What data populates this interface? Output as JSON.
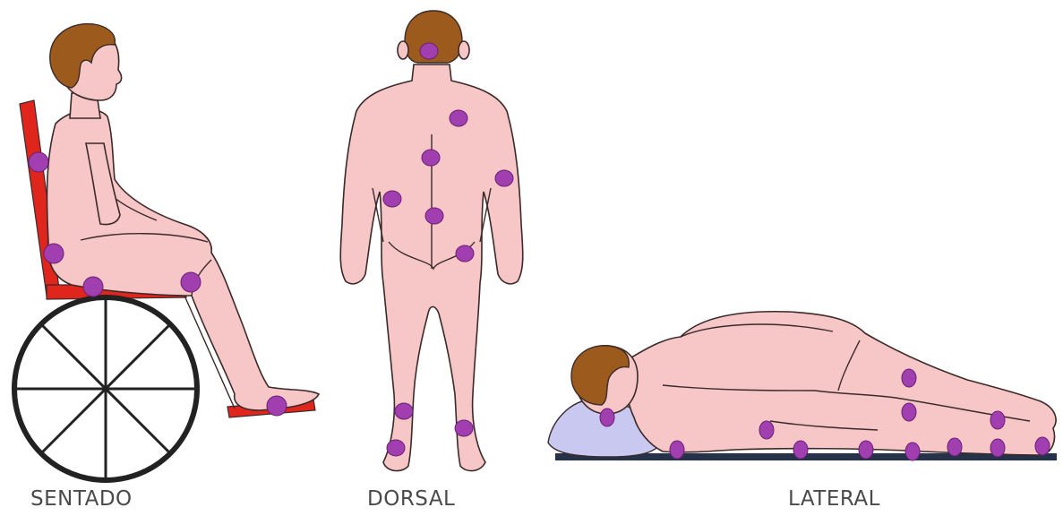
{
  "figure": {
    "marker_color": "#a13fb0",
    "skin_color": "#f7c6c6",
    "hair_color": "#9c5a1c",
    "chair_color": "#e0261c"
  },
  "panels": [
    {
      "id": "sentado",
      "label": "SENTADO"
    },
    {
      "id": "dorsal",
      "label": "DORSAL"
    },
    {
      "id": "lateral",
      "label": "LATERAL"
    }
  ]
}
